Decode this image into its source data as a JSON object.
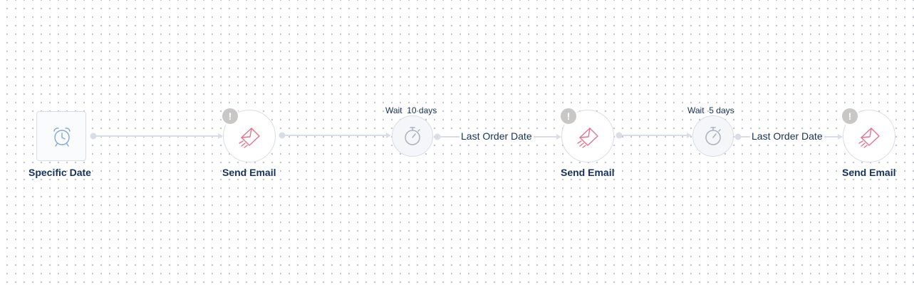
{
  "flow": {
    "nodes": [
      {
        "type": "trigger",
        "label": "Specific Date",
        "icon": "alarm-clock-icon"
      },
      {
        "type": "email",
        "label": "Send Email",
        "icon": "email-send-icon",
        "warning": true
      },
      {
        "type": "wait",
        "label": "Wait  10 days",
        "icon": "stopwatch-icon"
      },
      {
        "type": "email",
        "label": "Send Email",
        "icon": "email-send-icon",
        "warning": true
      },
      {
        "type": "wait",
        "label": "Wait  5 days",
        "icon": "stopwatch-icon"
      },
      {
        "type": "email",
        "label": "Send Email",
        "icon": "email-send-icon",
        "warning": true
      }
    ],
    "edge_labels": [
      "Last Order Date",
      "Last Order Date"
    ],
    "warning_glyph": "!",
    "colors": {
      "label": "#16325c",
      "connector": "#d8dde6",
      "email_icon": "#e3738f",
      "clock_icon": "#7fa8d8",
      "stopwatch_icon": "#a9b3c1",
      "warning_badge": "#c9c7c5"
    }
  }
}
